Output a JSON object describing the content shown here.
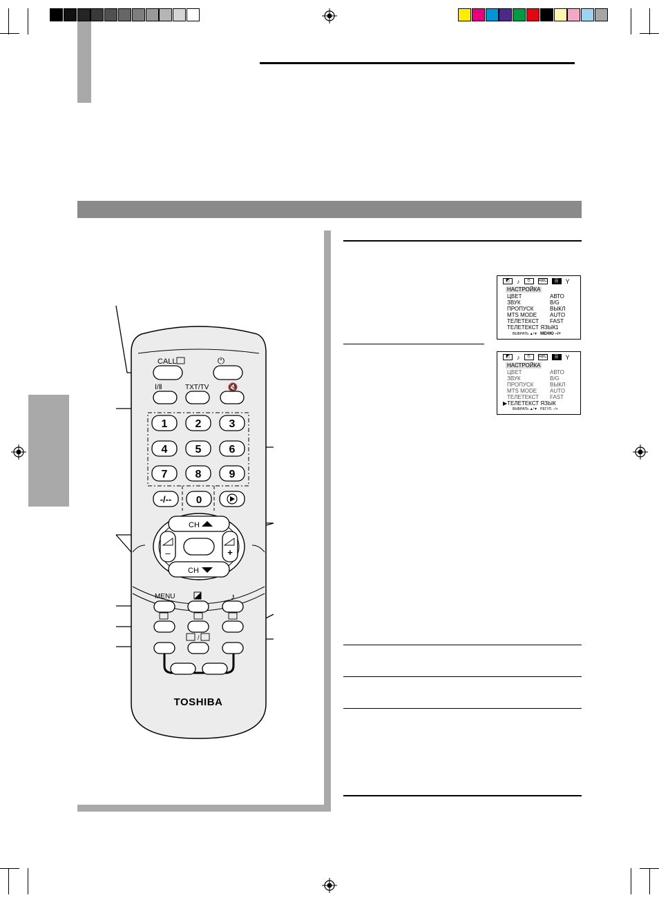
{
  "colors": {
    "gray_bar": [
      "#000000",
      "#111111",
      "#242424",
      "#393939",
      "#505050",
      "#666666",
      "#7e7e7e",
      "#999999",
      "#b5b5b5",
      "#d5d5d5",
      "#ffffff"
    ],
    "color_bar": [
      "#ffee00",
      "#e6007e",
      "#0096d6",
      "#4b2a8c",
      "#009a44",
      "#e30613",
      "#000000",
      "#fff6b0",
      "#f4a8c8",
      "#9ed3f2",
      "#a6a6a6"
    ],
    "section_band": "#8a8a8a",
    "side_tab": "#a9a9a9"
  },
  "remote": {
    "brand": "TOSHIBA",
    "labels": {
      "call": "CALL",
      "txt_tv": "TXT/TV",
      "menu": "MENU",
      "ch_up": "CH",
      "ch_down": "CH",
      "dash": "-/--",
      "zero": "0",
      "plus": "+",
      "minus": "–",
      "dual": "Ⅰ/Ⅱ"
    },
    "keypad": [
      "1",
      "2",
      "3",
      "4",
      "5",
      "6",
      "7",
      "8",
      "9"
    ]
  },
  "osd1": {
    "title": "НАСТРОЙКА",
    "rows": [
      {
        "label": "ЦВЕТ",
        "value": "АВТО"
      },
      {
        "label": "ЗВУК",
        "value": "B/G"
      },
      {
        "label": "ПРОПУСК",
        "value": "ВЫКЛ"
      },
      {
        "label": "MTS MODE",
        "value": "AUTO"
      },
      {
        "label": "ТЕЛЕТЕКСТ",
        "value": "FAST"
      },
      {
        "label": "ТЕЛЕТЕКСТ ЯЗЫК",
        "value": "1"
      }
    ],
    "footer_left": "ВЫБРАТЬ ▲/▼",
    "footer_right": "МЕНЮ –/+"
  },
  "osd2": {
    "title": "НАСТРОЙКА",
    "rows": [
      {
        "label": "ЦВЕТ",
        "value": "АВТО"
      },
      {
        "label": "ЗВУК",
        "value": "B/G"
      },
      {
        "label": "ПРОПУСК",
        "value": "ВЫКЛ"
      },
      {
        "label": "MTS MODE",
        "value": "AUTO"
      },
      {
        "label": "ТЕЛЕТЕКСТ",
        "value": "FAST"
      },
      {
        "label": "▶ТЕЛЕТЕКСТ ЯЗЫК",
        "value": ""
      }
    ],
    "footer_left": "ВЫБРАТЬ ▲/▼",
    "footer_right": "РЕГУЛ. –/+"
  }
}
